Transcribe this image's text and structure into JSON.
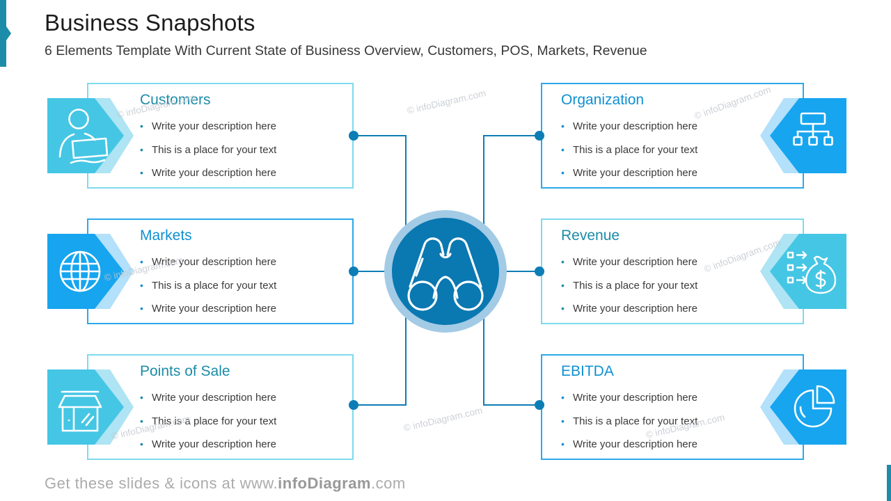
{
  "slide": {
    "title": "Business Snapshots",
    "subtitle": "6 Elements Template With Current State of Business Overview, Customers, POS, Markets, Revenue"
  },
  "boxes": [
    {
      "title": "Customers",
      "variant": "cyan",
      "icon": "person-document-icon",
      "bullets": [
        "Write your description here",
        "This is a place for your text",
        "Write your description here"
      ]
    },
    {
      "title": "Markets",
      "variant": "azure",
      "icon": "globe-icon",
      "bullets": [
        "Write your description here",
        "This is a place for your text",
        "Write your description here"
      ]
    },
    {
      "title": "Points of Sale",
      "variant": "cyan",
      "icon": "store-icon",
      "bullets": [
        "Write your description here",
        "This is a place for your text",
        "Write your description here"
      ]
    },
    {
      "title": "Organization",
      "variant": "azure",
      "icon": "org-chart-icon",
      "bullets": [
        "Write your description here",
        "This is a place for your text",
        "Write your description here"
      ]
    },
    {
      "title": "Revenue",
      "variant": "cyan",
      "icon": "money-bag-icon",
      "bullets": [
        "Write your description here",
        "This is a place for your text",
        "Write your description here"
      ]
    },
    {
      "title": "EBITDA",
      "variant": "azure",
      "icon": "pie-chart-icon",
      "bullets": [
        "Write your description here",
        "This is a place for your text",
        "Write your description here"
      ]
    }
  ],
  "center": {
    "icon": "binoculars-icon"
  },
  "watermark": "© infoDiagram.com",
  "footer": {
    "prefix": "Get these slides & icons at www.",
    "brand": "infoDiagram",
    "suffix": ".com"
  },
  "colors": {
    "accent_teal": "#1C8CA8",
    "cyan_badge": "#45C6E4",
    "cyan_badge_light": "#AEE4F3",
    "azure_badge": "#17A5EF",
    "azure_badge_light": "#B3E0FA",
    "cyan_border": "#7EDAED",
    "azure_border": "#2BA9E8",
    "teal_heading": "#1B8CA8",
    "azure_heading": "#0F90D2",
    "connector_blue": "#0D7DB5",
    "circle_fill": "#0A78B1",
    "circle_ring": "#A3CBE5",
    "body_text": "#3A3A3A",
    "footer_gray": "#ABABAB"
  }
}
